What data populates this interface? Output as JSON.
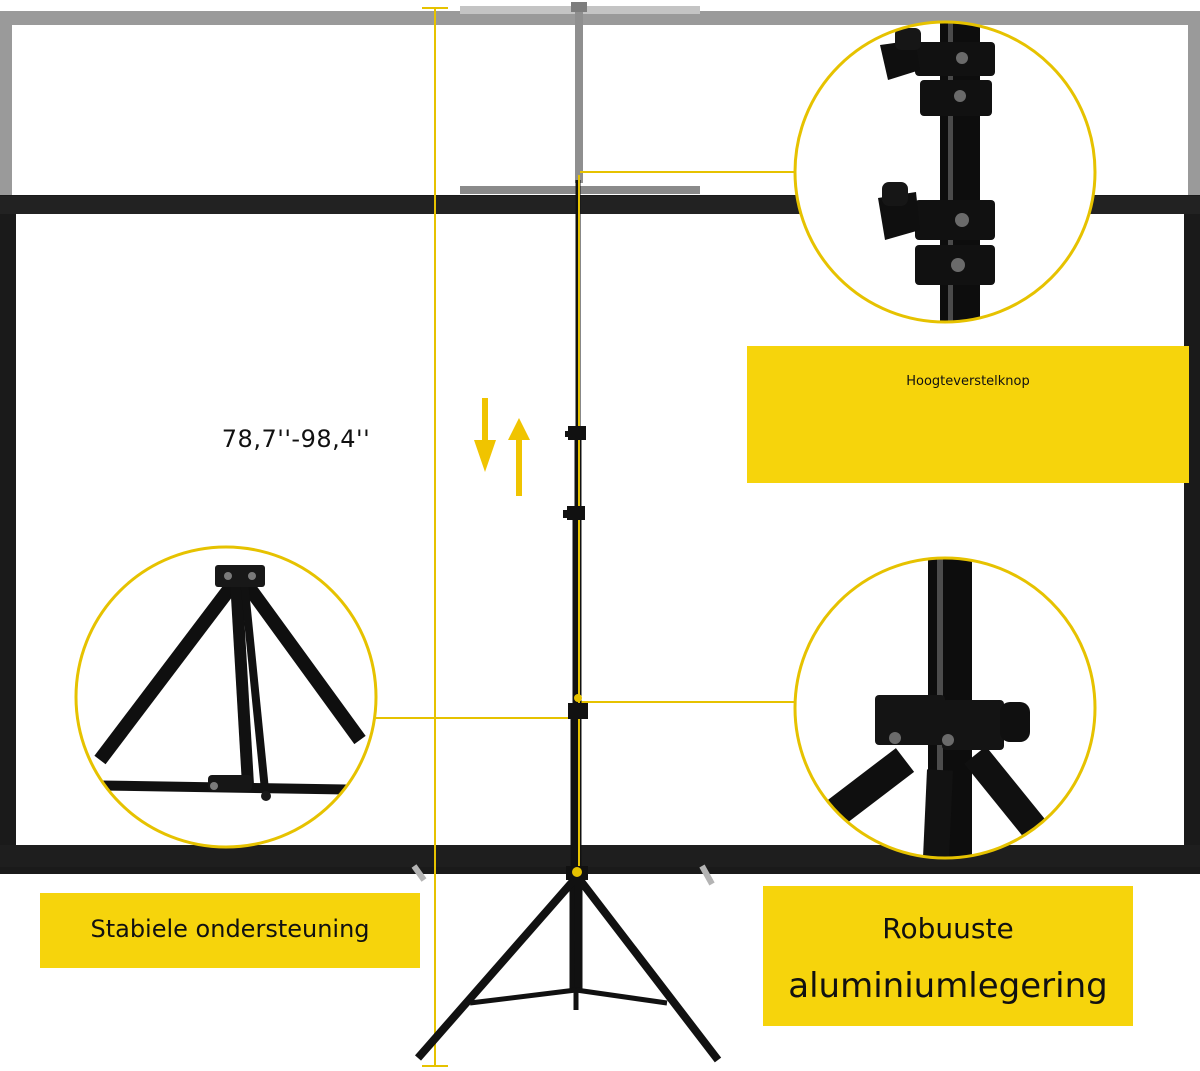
{
  "colors": {
    "accent_yellow": "#f6d40c",
    "guide_yellow": "#e6c200",
    "frame_black": "#1a1a1a",
    "frame_gray": "#9a9a9a",
    "stand_black": "#111111"
  },
  "labels": {
    "height_range": "78,7''-98,4''",
    "height_adjust_knob": "Hoogteverstelknop",
    "stable_support": "Stabiele ondersteuning",
    "robust_line1": "Robuuste",
    "robust_line2": "aluminiumlegering"
  },
  "icons": {
    "adjust_arrows": "up-down-arrows-icon"
  }
}
